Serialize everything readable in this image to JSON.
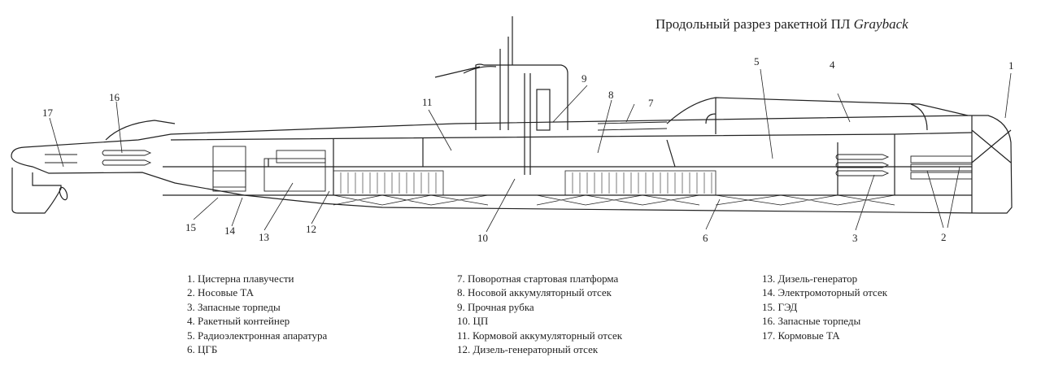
{
  "title": {
    "prefix": "Продольный разрез ракетной ПЛ",
    "name": "Grayback"
  },
  "callouts": [
    "1",
    "2",
    "3",
    "4",
    "5",
    "6",
    "7",
    "8",
    "9",
    "10",
    "11",
    "12",
    "13",
    "14",
    "15",
    "16",
    "17"
  ],
  "legend": {
    "columns": [
      [
        "1. Цистерна плавучести",
        "2. Носовые ТА",
        "3. Запасные торпеды",
        "4. Ракетный контейнер",
        "5. Радиоэлектронная апаратура",
        "6. ЦГБ"
      ],
      [
        "7. Поворотная стартовая платформа",
        "8. Носовой аккумуляторный отсек",
        "9. Прочная рубка",
        "10. ЦП",
        "11. Кормовой аккумуляторный отсек",
        "12. Дизель-генераторный отсек"
      ],
      [
        "13. Дизель-генератор",
        "14. Электромоторный отсек",
        "15. ГЭД",
        "16. Запасные торпеды",
        "17. Кормовые ТА"
      ]
    ]
  },
  "colors": {
    "ink": "#222222",
    "background": "#ffffff"
  }
}
